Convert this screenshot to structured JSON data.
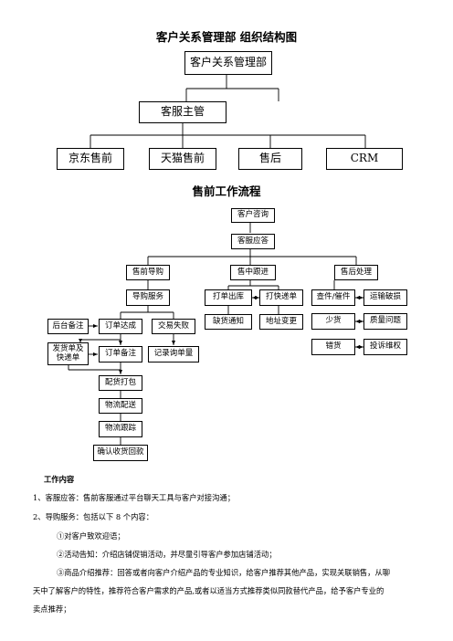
{
  "org": {
    "title": "客户关系管理部 组织结构图",
    "top": "客户关系管理部",
    "mid": "客服主管",
    "leaves": [
      "京东售前",
      "天猫售前",
      "售后",
      "CRM"
    ]
  },
  "flow": {
    "title": "售前工作流程",
    "consult": "客户咨询",
    "respond": "客服应答",
    "presale_guide": "售前导购",
    "in_sale": "售中跟进",
    "after_sale": "售后处理",
    "guide_service": "导购服务",
    "backend_note": "后台备注",
    "order_done": "订单达成",
    "trade_fail": "交易失败",
    "ship_express": "发货单及\n快递单",
    "order_note": "订单备注",
    "record_query": "记录询单量",
    "pack": "配货打包",
    "delivery": "物流配送",
    "tracking": "物流跟踪",
    "confirm": "确认收货回款",
    "print_out": "打单出库",
    "print_express": "打快递单",
    "stockout_notice": "缺货通知",
    "addr_change": "地址变更",
    "check_parts": "查件/催件",
    "transport_damage": "运输破损",
    "missing": "少货",
    "quality": "质量问题",
    "wrong": "错货",
    "complaint": "投诉维权"
  },
  "work": {
    "heading": "工作内容",
    "line1": "1、客服应答：售前客服通过平台聊天工具与客户对接沟通；",
    "line2": "2、导购服务：包括以下 8 个内容：",
    "item1": "①对客户致欢迎语；",
    "item2": "②活动告知：介绍店铺促销活动，并尽量引导客户参加店铺活动；",
    "item3a": "③商品介绍推荐：回答或者向客户介绍产品的专业知识，给客户推荐其他产品，实现关联销售，从聊",
    "item3b": "天中了解客户的特性，推荐符合客户需求的产品,或者以适当方式推荐类似同款替代产品，给予客户专业的",
    "item3c": "卖点推荐；"
  }
}
